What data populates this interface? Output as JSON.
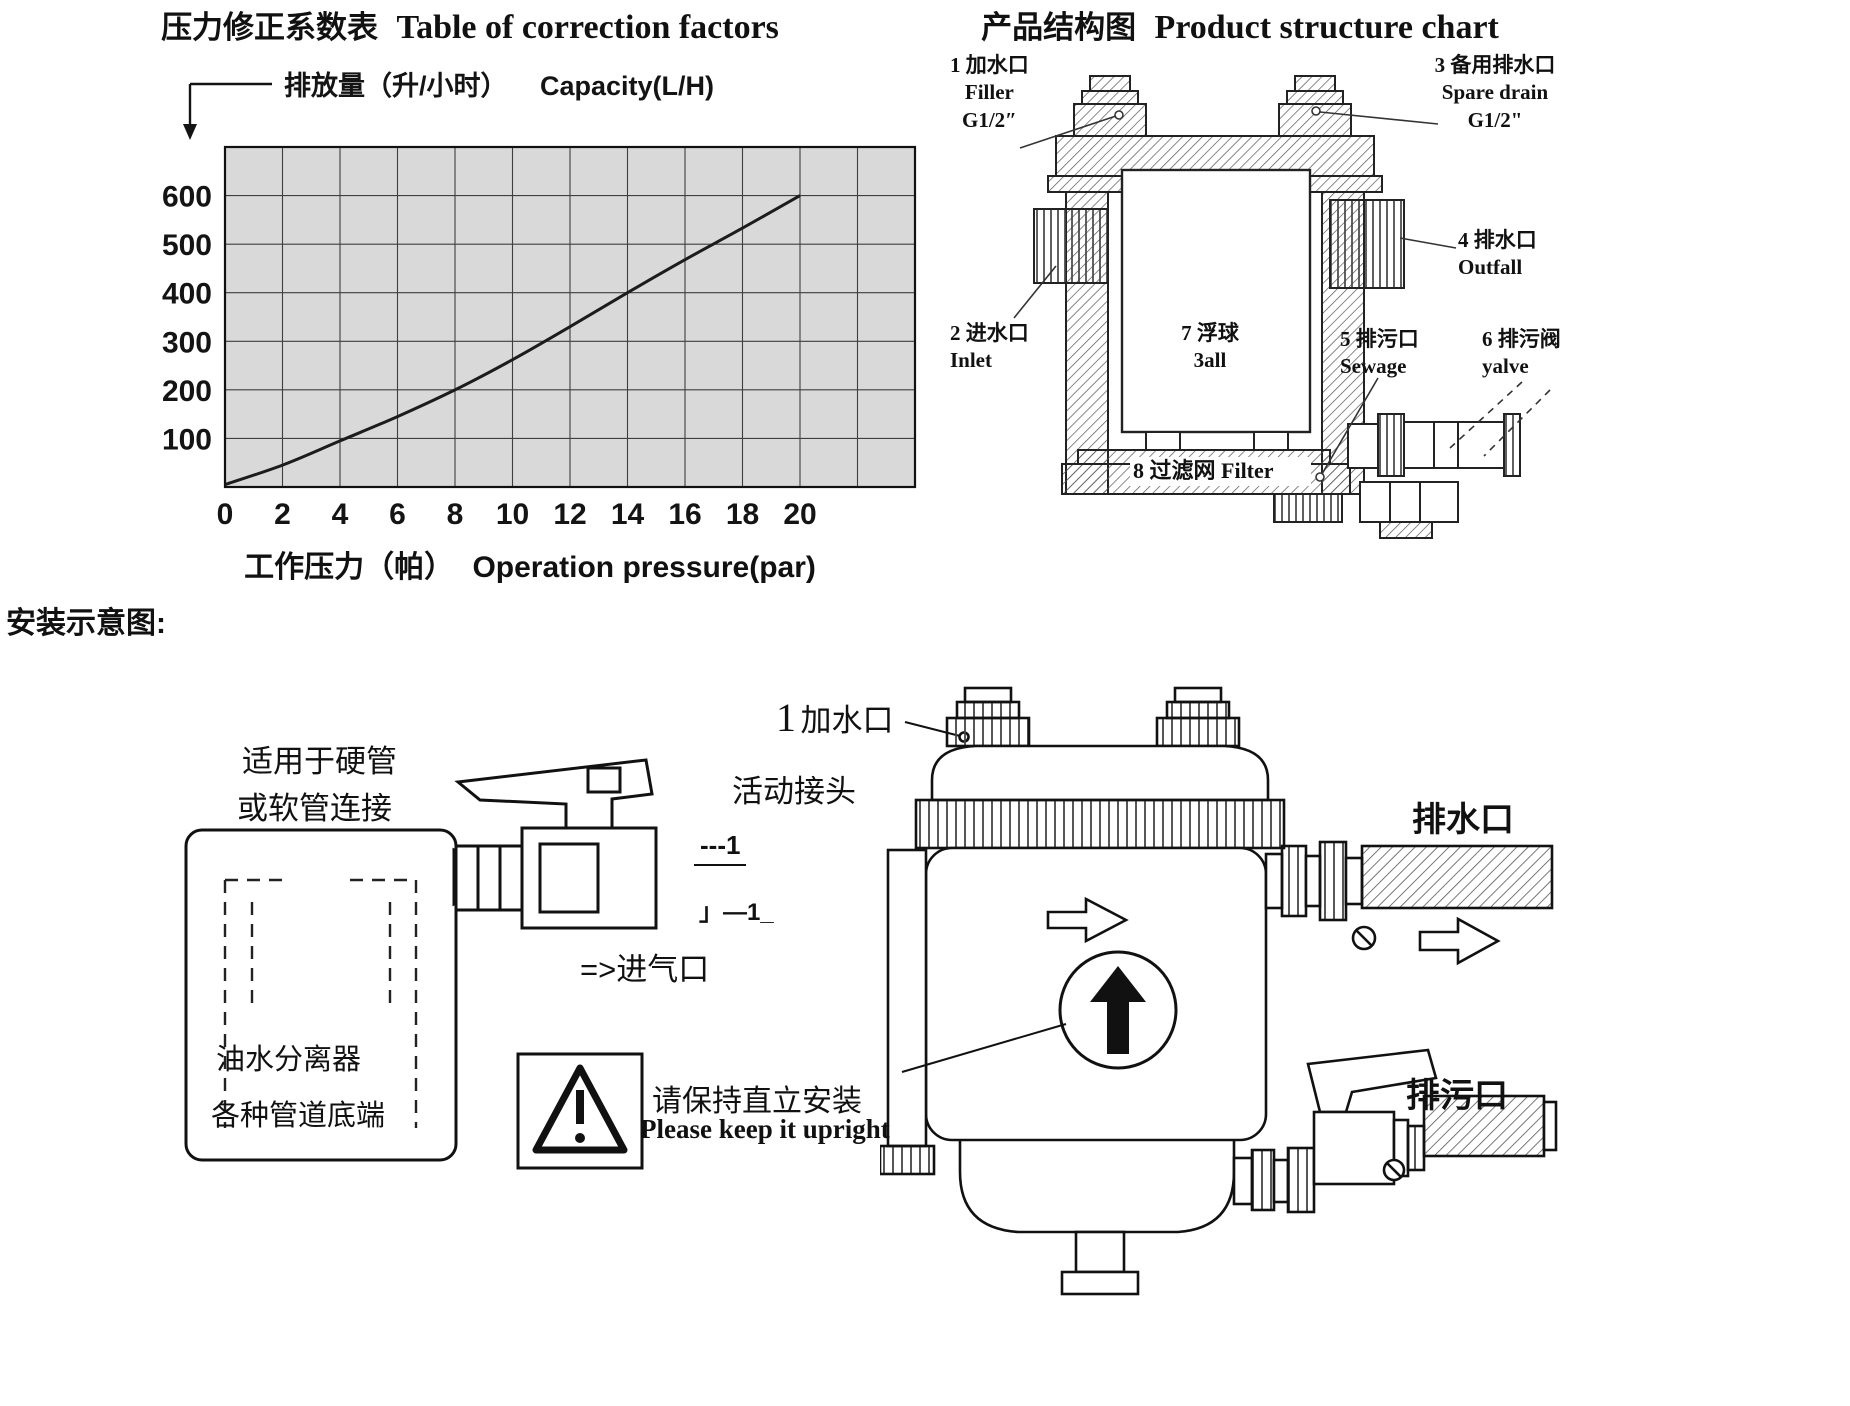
{
  "titles": {
    "chart_zh": "压力修正系数表",
    "chart_en": "Table of correction factors",
    "structure_zh": "产品结构图",
    "structure_en": "Product structure chart",
    "install_heading": "安装示意图:"
  },
  "chart_data": {
    "type": "line",
    "title": "压力修正系数表 Table of correction factors",
    "xlabel_zh": "工作压力（帕）",
    "xlabel_en": "Operation pressure(par)",
    "ylabel_zh": "排放量（升/小时）",
    "ylabel_en": "Capacity(L/H)",
    "x": [
      0,
      2,
      4,
      6,
      8,
      10,
      12,
      14,
      16,
      18,
      20
    ],
    "y": [
      5,
      45,
      95,
      145,
      200,
      262,
      330,
      400,
      468,
      533,
      600
    ],
    "x_ticks": [
      0,
      2,
      4,
      6,
      8,
      10,
      12,
      14,
      16,
      18,
      20
    ],
    "x_grid": [
      2,
      4,
      6,
      8,
      10,
      12,
      14,
      16,
      18,
      20,
      22
    ],
    "y_ticks": [
      100,
      200,
      300,
      400,
      500,
      600
    ],
    "xlim": [
      0,
      24
    ],
    "ylim": [
      0,
      700
    ],
    "grid": true,
    "legend": "none",
    "plot_bg": "#d9d9d9",
    "line_color": "#1c1c1c"
  },
  "structure": {
    "parts": {
      "filler": {
        "num": "1",
        "zh": "加水口",
        "en": "Filler",
        "size": "G1/2″"
      },
      "inlet": {
        "num": "2",
        "zh": "进水口",
        "en": "Inlet"
      },
      "spare_drain": {
        "num": "3",
        "zh": "备用排水口",
        "en": "Spare drain",
        "size": "G1/2\""
      },
      "outfall": {
        "num": "4",
        "zh": "排水口",
        "en": "Outfall"
      },
      "sewage": {
        "num": "5",
        "zh": "排污口",
        "en": "Sewage"
      },
      "sewage_valve": {
        "num": "6",
        "zh": "排污阀",
        "en": "yalve"
      },
      "float_ball": {
        "num": "7",
        "zh": "浮球",
        "en": "3all"
      },
      "filter": {
        "num": "8",
        "zh": "过滤网",
        "en": "Filter"
      }
    }
  },
  "install": {
    "pipe_note_line1": "适用于硬管",
    "pipe_note_line2": "或软管连接",
    "separator_label": "油水分离器",
    "pipe_bottom_label": "各种管道底端",
    "union_label": "活动接头",
    "mark_top": "---1",
    "mark_bottom": "」—1_",
    "air_inlet_label": "=>进气口",
    "upright_zh": "请保持直立安装",
    "upright_en": "Please keep it upright",
    "filler_num": "1",
    "filler_label": "加水口",
    "outfall_label": "排水口",
    "sewage_label": "排污口"
  }
}
